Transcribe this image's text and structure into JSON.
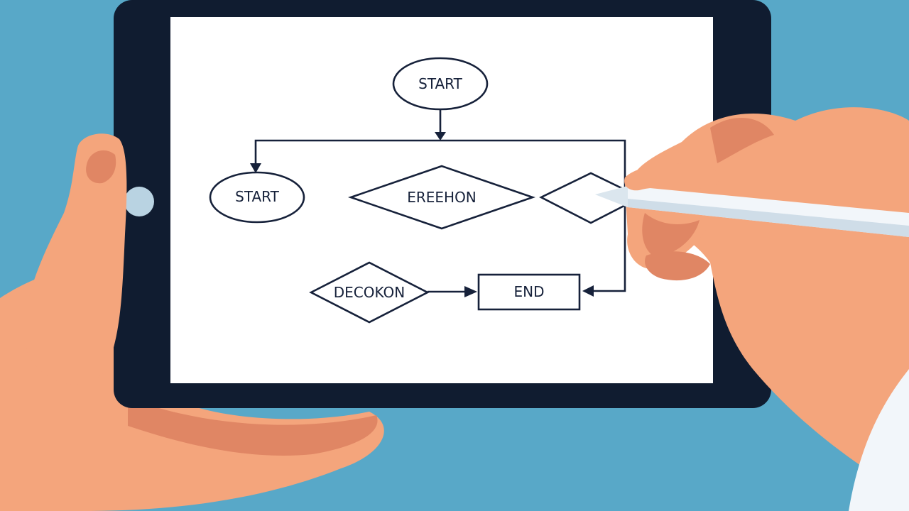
{
  "colors": {
    "background": "#58a8c8",
    "tablet_frame": "#101c30",
    "screen": "#ffffff",
    "ink": "#16213a",
    "skin": "#f4a57c",
    "skin_shadow": "#e08664",
    "stylus": "#f2f6fa",
    "home_button": "#b9d3e2"
  },
  "flowchart": {
    "nodes": {
      "start_top": {
        "shape": "ellipse",
        "label": "START"
      },
      "start_left": {
        "shape": "ellipse",
        "label": "START"
      },
      "decision_center": {
        "shape": "diamond",
        "label": "EREEHON"
      },
      "decision_right": {
        "shape": "diamond",
        "label": ""
      },
      "decision_bottom": {
        "shape": "diamond",
        "label": "DECOKON"
      },
      "end": {
        "shape": "rectangle",
        "label": "END"
      }
    },
    "edges": [
      {
        "from": "start_top",
        "to": "horizontal-bus",
        "arrow": "down"
      },
      {
        "from": "horizontal-bus",
        "to": "start_left",
        "arrow": "down"
      },
      {
        "from": "decision_bottom",
        "to": "end",
        "arrow": "right"
      },
      {
        "from": "horizontal-bus",
        "to": "end",
        "arrow": "left"
      }
    ]
  },
  "scene": {
    "objects": [
      "tablet",
      "left-hand",
      "right-hand",
      "stylus-pen",
      "home-button"
    ]
  }
}
